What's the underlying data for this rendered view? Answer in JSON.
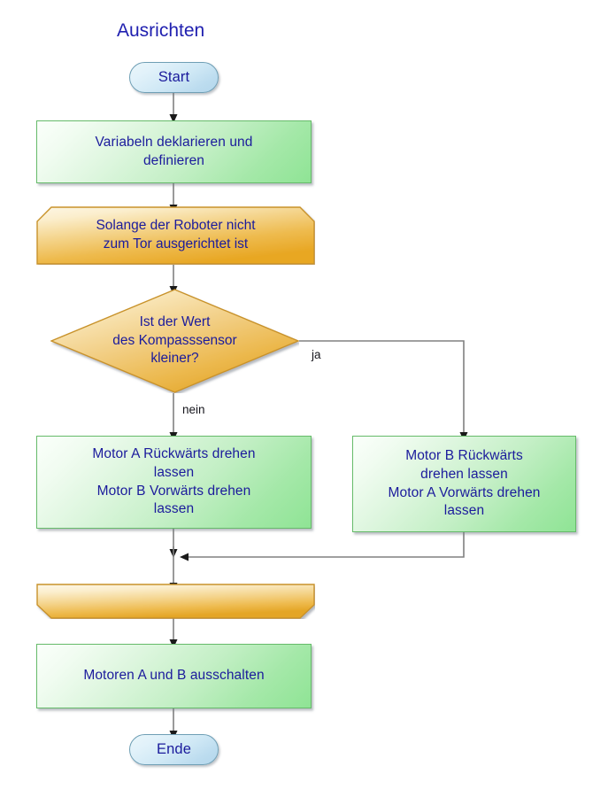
{
  "diagram": {
    "title": "Ausrichten",
    "type": "flowchart",
    "language": "de",
    "colors": {
      "text": "#1b1b9c",
      "title": "#2020b0",
      "process_fill": "#a4e8a8",
      "process_border": "#66bb6a",
      "decision_fill": "#e8a724",
      "decision_border": "#c8922a",
      "terminator_fill": "#bcdcef",
      "terminator_border": "#6f9fb5",
      "connector": "#808080",
      "edge_label": "#16161d"
    }
  },
  "nodes": {
    "start": {
      "label": "Start",
      "shape": "terminator"
    },
    "declare": {
      "label": "Variabeln deklarieren und definieren",
      "shape": "process"
    },
    "loop_start": {
      "label": "Solange der Roboter nicht zum Tor ausgerichtet ist",
      "shape": "loop-start"
    },
    "decision": {
      "label": "Ist der Wert des Kompasssensor kleiner?",
      "shape": "decision"
    },
    "motor_left": {
      "label": "Motor A Rückwärts drehen lassen Motor B Vorwärts drehen lassen",
      "shape": "process"
    },
    "motor_right": {
      "label": "Motor B Rückwärts drehen lassen Motor A Vorwärts drehen lassen",
      "shape": "process"
    },
    "loop_end": {
      "label": "",
      "shape": "loop-end"
    },
    "motors_off": {
      "label": "Motoren A und B ausschalten",
      "shape": "process"
    },
    "end": {
      "label": "Ende",
      "shape": "terminator"
    }
  },
  "node_lines": {
    "declare": [
      "Variabeln deklarieren und",
      "definieren"
    ],
    "loop_start": [
      "Solange der Roboter nicht",
      "zum Tor ausgerichtet ist"
    ],
    "decision": [
      "Ist der Wert",
      "des Kompasssensor",
      "kleiner?"
    ],
    "motor_left": [
      "Motor A Rückwärts drehen",
      "lassen",
      "Motor B Vorwärts drehen",
      "lassen"
    ],
    "motor_right": [
      "Motor B Rückwärts",
      "drehen lassen",
      "Motor A Vorwärts drehen",
      "lassen"
    ]
  },
  "edges": {
    "yes_label": "ja",
    "no_label": "nein"
  }
}
